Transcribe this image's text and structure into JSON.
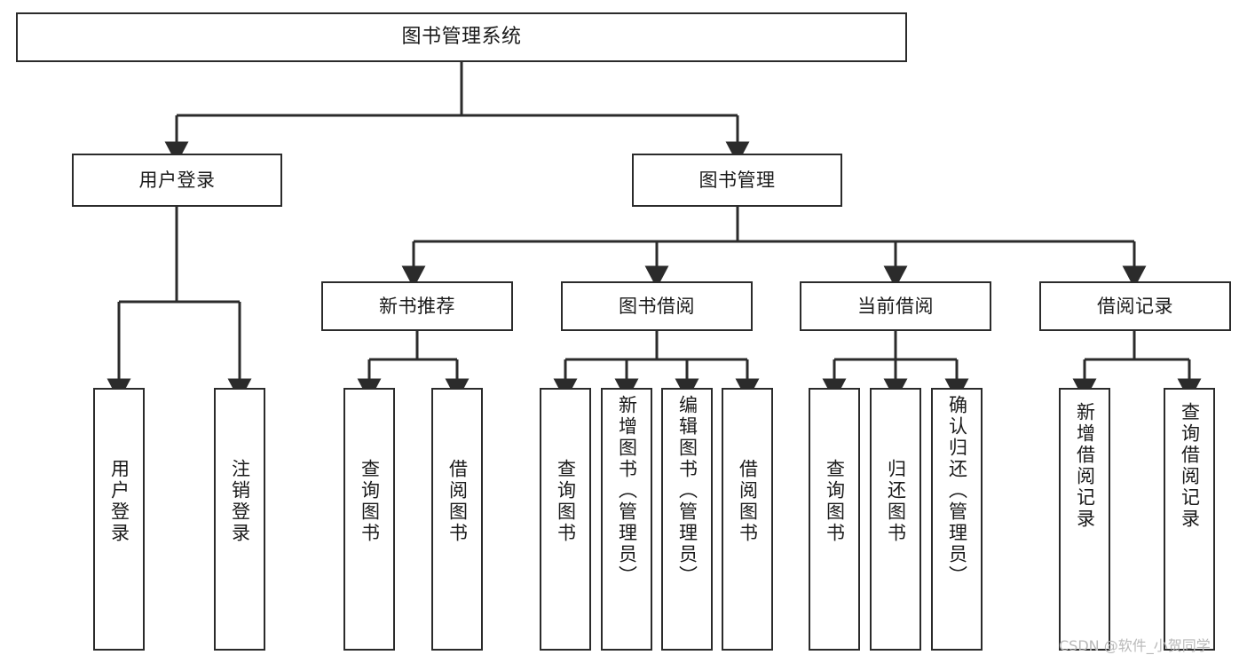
{
  "diagram": {
    "title": "图书管理系统",
    "type": "功能结构图",
    "watermark": "CSDN @软件_小贺同学",
    "colors": {
      "box_border": "#2b2b2b",
      "box_fill": "#ffffff",
      "text": "#1a1a1a",
      "edge": "#2b2b2b",
      "watermark": "#b9b9b9",
      "background": "#ffffff"
    },
    "nodes": {
      "root": {
        "label": "图书管理系统"
      },
      "level2": [
        {
          "label": "用户登录"
        },
        {
          "label": "图书管理"
        }
      ],
      "level3": [
        {
          "label": "新书推荐"
        },
        {
          "label": "图书借阅"
        },
        {
          "label": "当前借阅"
        },
        {
          "label": "借阅记录"
        }
      ],
      "leaves": {
        "user_login": [
          {
            "label": "用户登录"
          },
          {
            "label": "注销登录"
          }
        ],
        "new_book_recommend": [
          {
            "label": "查询图书"
          },
          {
            "label": "借阅图书"
          }
        ],
        "book_borrow": [
          {
            "label": "查询图书"
          },
          {
            "label": "新增图书（管理员）"
          },
          {
            "label": "编辑图书（管理员）"
          },
          {
            "label": "借阅图书"
          }
        ],
        "current_borrow": [
          {
            "label": "查询图书"
          },
          {
            "label": "归还图书"
          },
          {
            "label": "确认归还（管理员）"
          }
        ],
        "borrow_record": [
          {
            "label": "新增借阅记录"
          },
          {
            "label": "查询借阅记录"
          }
        ]
      }
    }
  }
}
